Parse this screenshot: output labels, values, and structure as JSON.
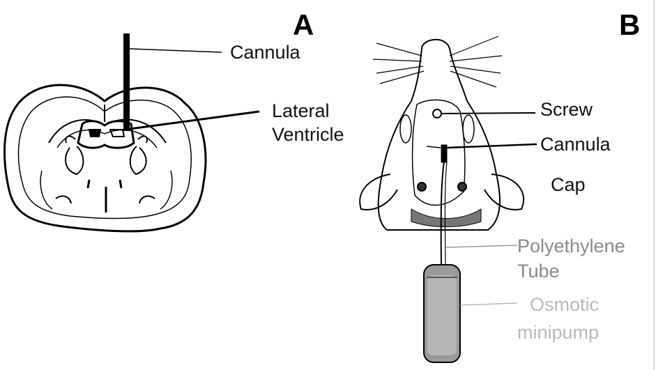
{
  "panels": {
    "a": {
      "letter": "A",
      "labels": {
        "cannula": "Cannula",
        "lateral_ventricle_line1": "Lateral",
        "lateral_ventricle_line2": "Ventricle"
      }
    },
    "b": {
      "letter": "B",
      "labels": {
        "screw": "Screw",
        "cannula": "Cannula",
        "cap": "Cap",
        "polyethylene_line1": "Polyethylene",
        "polyethylene_line2": "Tube",
        "osmotic_line1": "Osmotic",
        "osmotic_line2": "minipump"
      }
    }
  }
}
